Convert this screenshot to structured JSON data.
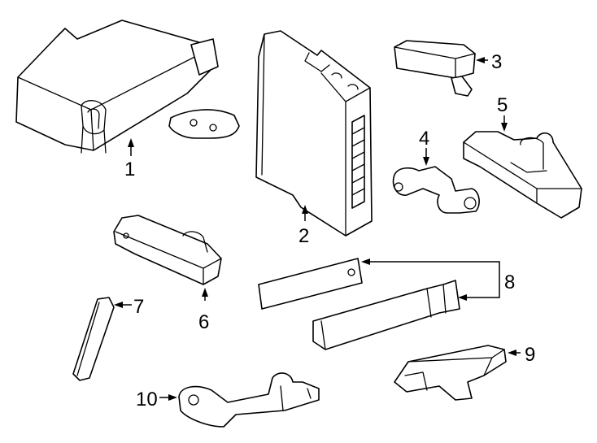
{
  "diagram": {
    "callouts": [
      {
        "id": "1",
        "label": "1"
      },
      {
        "id": "2",
        "label": "2"
      },
      {
        "id": "3",
        "label": "3"
      },
      {
        "id": "4",
        "label": "4"
      },
      {
        "id": "5",
        "label": "5"
      },
      {
        "id": "6",
        "label": "6"
      },
      {
        "id": "7",
        "label": "7"
      },
      {
        "id": "8",
        "label": "8"
      },
      {
        "id": "9",
        "label": "9"
      },
      {
        "id": "10",
        "label": "10"
      }
    ],
    "line_color": "#000000",
    "background": "#ffffff"
  }
}
